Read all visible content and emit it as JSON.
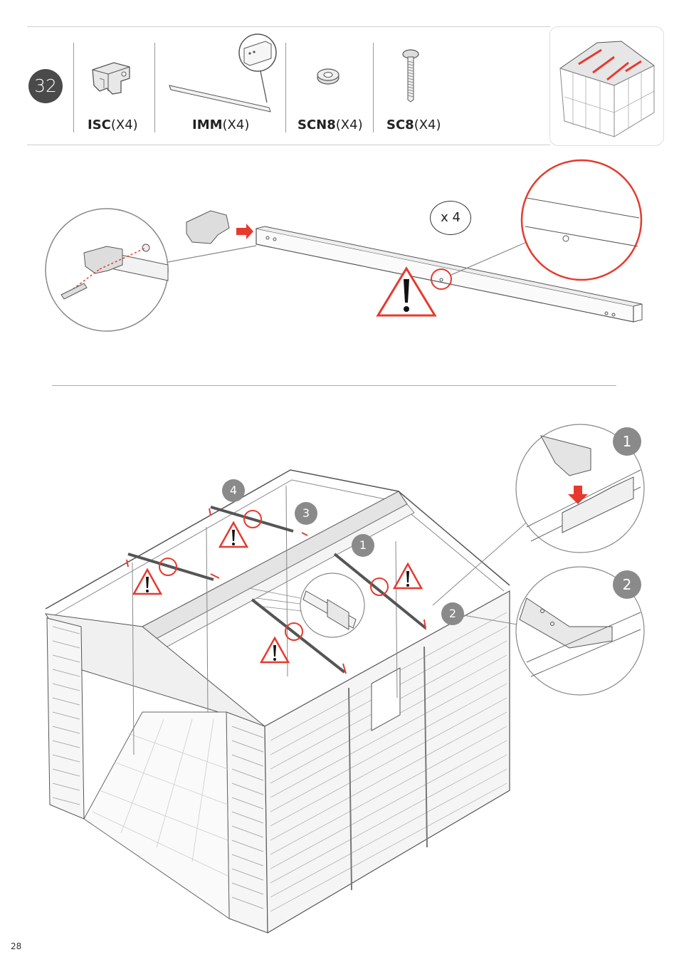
{
  "step": {
    "number": "32"
  },
  "parts": [
    {
      "code": "ISC",
      "qty": "(X4)"
    },
    {
      "code": "IMM",
      "qty": "(X4)"
    },
    {
      "code": "SCN8",
      "qty": "(X4)"
    },
    {
      "code": "SC8",
      "qty": "(X4)"
    }
  ],
  "detail": {
    "multiplier": "x 4"
  },
  "callouts": {
    "c1": "1",
    "c2": "2",
    "c3": "3",
    "c4": "4",
    "detail1": "1",
    "detail2": "2"
  },
  "page": {
    "number": "28"
  },
  "colors": {
    "accent_red": "#e63a2e",
    "badge_dark": "#4a4a4a",
    "badge_grey": "#8a8a8a"
  }
}
